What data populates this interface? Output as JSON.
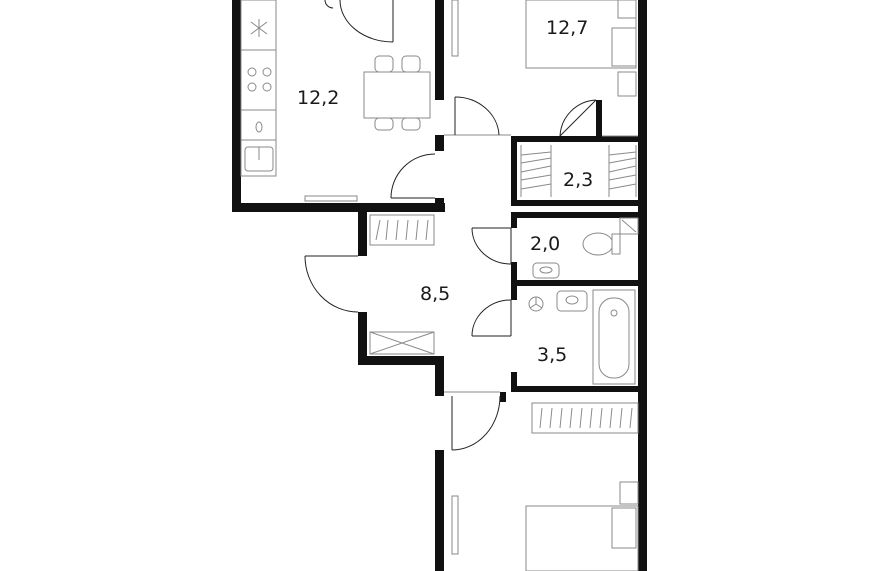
{
  "rooms": [
    {
      "id": "kitchen",
      "area": "12,2"
    },
    {
      "id": "bedroom-top",
      "area": "12,7"
    },
    {
      "id": "closet",
      "area": "2,3"
    },
    {
      "id": "toilet",
      "area": "2,0"
    },
    {
      "id": "hallway",
      "area": "8,5"
    },
    {
      "id": "bathroom",
      "area": "3,5"
    }
  ]
}
